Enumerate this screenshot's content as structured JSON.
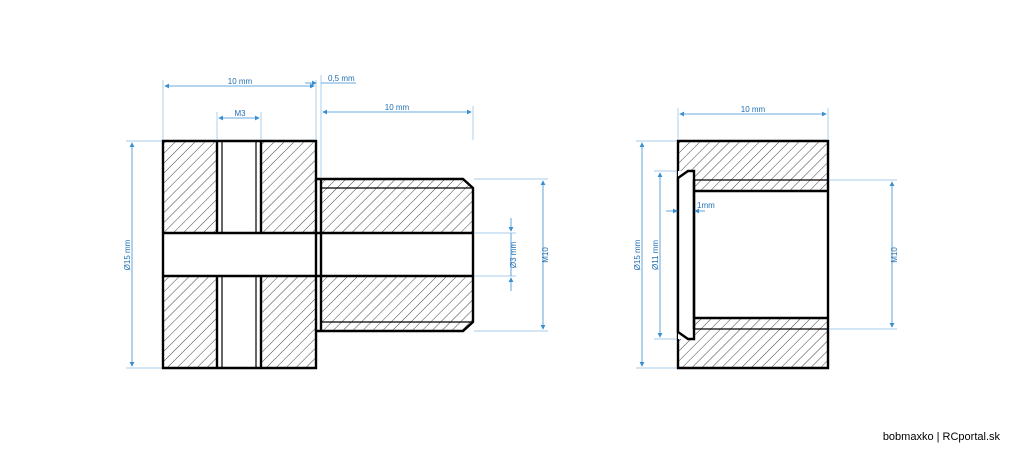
{
  "left_view": {
    "dim_top_width": "10 mm",
    "dim_gap": "0,5 mm",
    "dim_shaft_length": "10 mm",
    "dim_screw_hole": "M3",
    "dim_outer_diameter": "Ø15 mm",
    "dim_bore": "Ø3 mm",
    "dim_thread": "M10"
  },
  "right_view": {
    "dim_length": "10 mm",
    "dim_outer_diameter": "Ø15 mm",
    "dim_flange_diameter": "Ø11 mm",
    "dim_flange_thickness": "1mm",
    "dim_thread": "M10"
  },
  "credit": "bobmaxko | RCportal.sk",
  "colors": {
    "dimension": "#1f6fb2",
    "outline": "#000000"
  }
}
